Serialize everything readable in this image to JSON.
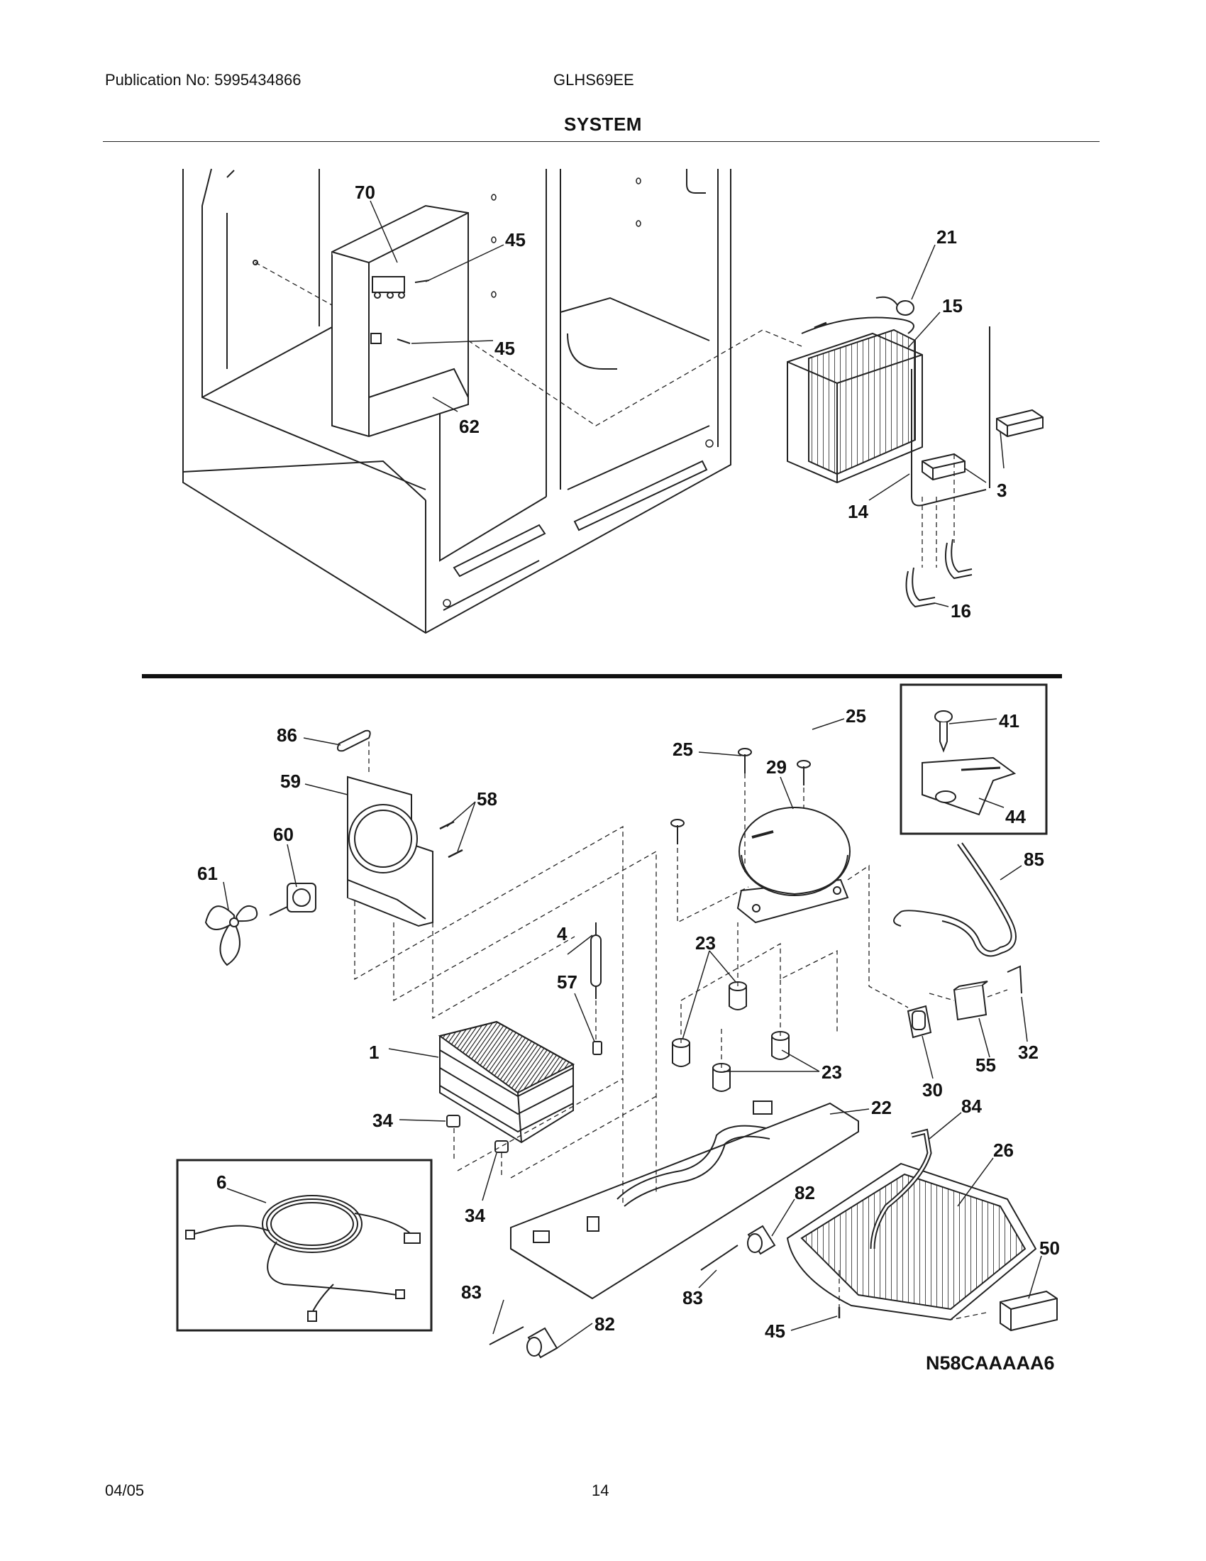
{
  "header": {
    "publication": "Publication No: 5995434866",
    "model": "GLHS69EE",
    "section_title": "SYSTEM"
  },
  "diagram": {
    "code": "N58CAAAAA6",
    "callouts": [
      "70",
      "45",
      "45",
      "62",
      "21",
      "15",
      "14",
      "3",
      "16",
      "86",
      "59",
      "58",
      "60",
      "61",
      "25",
      "25",
      "29",
      "41",
      "44",
      "85",
      "4",
      "57",
      "1",
      "23",
      "23",
      "34",
      "34",
      "6",
      "22",
      "84",
      "26",
      "82",
      "83",
      "83",
      "82",
      "50",
      "45",
      "30",
      "55",
      "32"
    ]
  },
  "footer": {
    "date": "04/05",
    "page": "14"
  }
}
